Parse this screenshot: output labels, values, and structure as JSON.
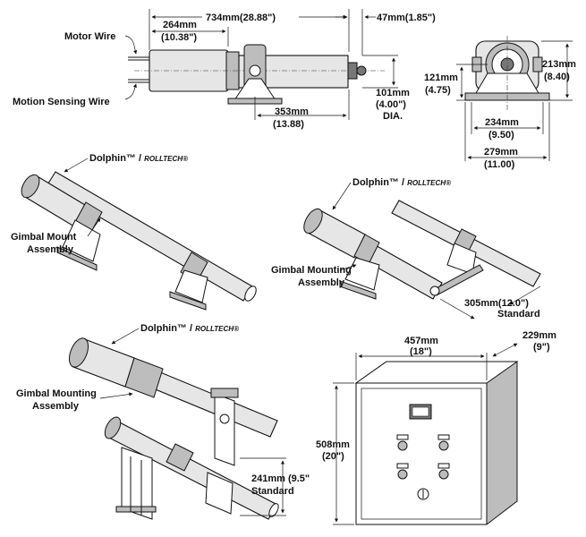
{
  "top_view": {
    "dim_overall": "734mm(28.88\")",
    "dim_motor_mm": "264mm",
    "dim_motor_in": "(10.38\")",
    "dim_tip": "47mm(1.85\")",
    "dim_dia_mm": "101mm",
    "dim_dia_in": "(4.00\")",
    "dim_dia_label": "DIA.",
    "dim_mount_mm": "353mm",
    "dim_mount_in": "(13.88)",
    "motor_wire": "Motor Wire",
    "sensing_wire": "Motion Sensing Wire"
  },
  "end_view": {
    "dim_height_mm": "213mm",
    "dim_height_in": "(8.40)",
    "dim_axis_mm": "121mm",
    "dim_axis_in": "(4.75)",
    "dim_base_mm": "234mm",
    "dim_base_in": "(9.50)",
    "dim_foot_mm": "279mm",
    "dim_foot_in": "(11.00)"
  },
  "assembly_a": {
    "brand": "Dolphin™ / ",
    "brand_mark": "ROLLTECH",
    "brand_sup": "®",
    "mount_label_1": "Gimbal Mount",
    "mount_label_2": "Assembly"
  },
  "assembly_b": {
    "brand": "Dolphin™ / ",
    "brand_mark": "ROLLTECH",
    "brand_sup": "®",
    "mount_label_1": "Gimbal Mounting",
    "mount_label_2": "Assembly",
    "dim_standard_1": "305mm(12.0\")",
    "dim_standard_2": "Standard"
  },
  "assembly_c": {
    "brand": "Dolphin™ / ",
    "brand_mark": "ROLLTECH",
    "brand_sup": "®",
    "mount_label_1": "Gimbal Mounting",
    "mount_label_2": "Assembly",
    "dim_standard_1": "241mm (9.5\"",
    "dim_standard_2": "Standard"
  },
  "control_box": {
    "dim_width_mm": "457mm",
    "dim_width_in": "(18\")",
    "dim_depth_mm": "229mm",
    "dim_depth_in": "(9\")",
    "dim_height_mm": "508mm",
    "dim_height_in": "(20\")"
  }
}
